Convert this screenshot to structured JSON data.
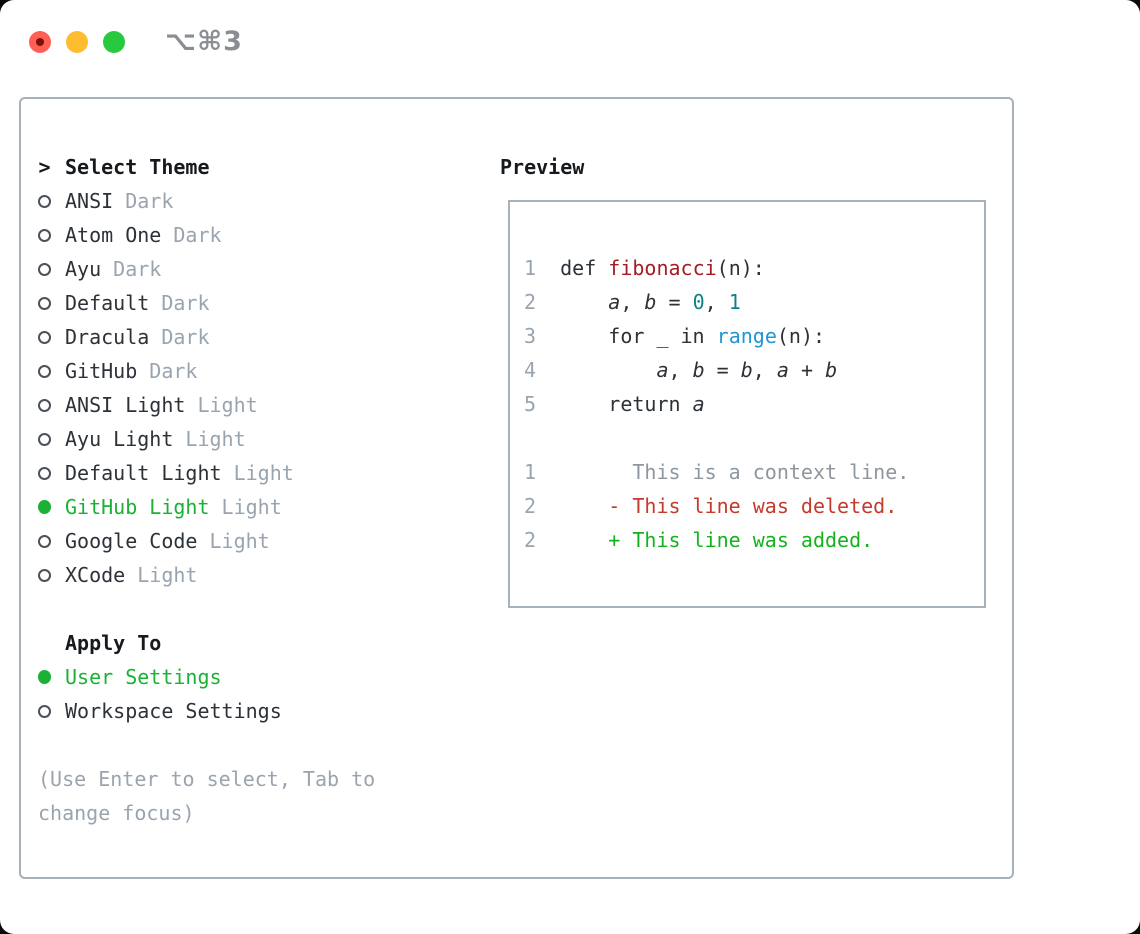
{
  "window": {
    "shortcut_label": "⌥⌘3",
    "traffic_lights": {
      "close": "close",
      "minimize": "minimize",
      "zoom": "zoom"
    }
  },
  "colors": {
    "selected_green": "#1bb134",
    "diff_added_green": "#14b31e",
    "diff_deleted_red": "#c43a2c",
    "function_red": "#a31d24",
    "number_teal": "#0f8186",
    "builtin_blue": "#2196d2",
    "muted_gray": "#9aa4ae",
    "border_gray": "#a8b0b8",
    "text_dark": "#2c3238"
  },
  "theme_picker": {
    "header_marker": ">",
    "header_label": "Select Theme",
    "themes": [
      {
        "name": "ANSI",
        "variant": "Dark",
        "selected": false
      },
      {
        "name": "Atom One",
        "variant": "Dark",
        "selected": false
      },
      {
        "name": "Ayu",
        "variant": "Dark",
        "selected": false
      },
      {
        "name": "Default",
        "variant": "Dark",
        "selected": false
      },
      {
        "name": "Dracula",
        "variant": "Dark",
        "selected": false
      },
      {
        "name": "GitHub",
        "variant": "Dark",
        "selected": false
      },
      {
        "name": "ANSI Light",
        "variant": "Light",
        "selected": false
      },
      {
        "name": "Ayu Light",
        "variant": "Light",
        "selected": false
      },
      {
        "name": "Default Light",
        "variant": "Light",
        "selected": false
      },
      {
        "name": "GitHub Light",
        "variant": "Light",
        "selected": true
      },
      {
        "name": "Google Code",
        "variant": "Light",
        "selected": false
      },
      {
        "name": "XCode",
        "variant": "Light",
        "selected": false
      }
    ],
    "apply_to": {
      "label": "Apply To",
      "options": [
        {
          "name": "User Settings",
          "selected": true
        },
        {
          "name": "Workspace Settings",
          "selected": false
        }
      ]
    },
    "hint": "(Use Enter to select, Tab to change focus)"
  },
  "preview": {
    "label": "Preview",
    "code_lines": [
      {
        "num": "1",
        "tokens": [
          {
            "text": "def ",
            "style": "text"
          },
          {
            "text": "fibonacci",
            "style": "func"
          },
          {
            "text": "(n):",
            "style": "text"
          }
        ]
      },
      {
        "num": "2",
        "tokens": [
          {
            "text": "    ",
            "style": "text"
          },
          {
            "text": "a",
            "style": "var"
          },
          {
            "text": ", ",
            "style": "text"
          },
          {
            "text": "b",
            "style": "var"
          },
          {
            "text": " = ",
            "style": "text"
          },
          {
            "text": "0",
            "style": "num"
          },
          {
            "text": ", ",
            "style": "text"
          },
          {
            "text": "1",
            "style": "num"
          }
        ]
      },
      {
        "num": "3",
        "tokens": [
          {
            "text": "    for _ in ",
            "style": "text"
          },
          {
            "text": "range",
            "style": "builtin"
          },
          {
            "text": "(n):",
            "style": "text"
          }
        ]
      },
      {
        "num": "4",
        "tokens": [
          {
            "text": "        ",
            "style": "text"
          },
          {
            "text": "a",
            "style": "var"
          },
          {
            "text": ", ",
            "style": "text"
          },
          {
            "text": "b",
            "style": "var"
          },
          {
            "text": " = ",
            "style": "text"
          },
          {
            "text": "b",
            "style": "var"
          },
          {
            "text": ", ",
            "style": "text"
          },
          {
            "text": "a",
            "style": "var"
          },
          {
            "text": " + ",
            "style": "text"
          },
          {
            "text": "b",
            "style": "var"
          }
        ]
      },
      {
        "num": "5",
        "tokens": [
          {
            "text": "    return ",
            "style": "text"
          },
          {
            "text": "a",
            "style": "var"
          }
        ]
      }
    ],
    "diff_lines": [
      {
        "num": "1",
        "tokens": [
          {
            "text": "      This is a context line.",
            "style": "context"
          }
        ]
      },
      {
        "num": "2",
        "tokens": [
          {
            "text": "    - This line was deleted.",
            "style": "deleted"
          }
        ]
      },
      {
        "num": "2",
        "tokens": [
          {
            "text": "    + This line was added.",
            "style": "added"
          }
        ]
      }
    ]
  }
}
